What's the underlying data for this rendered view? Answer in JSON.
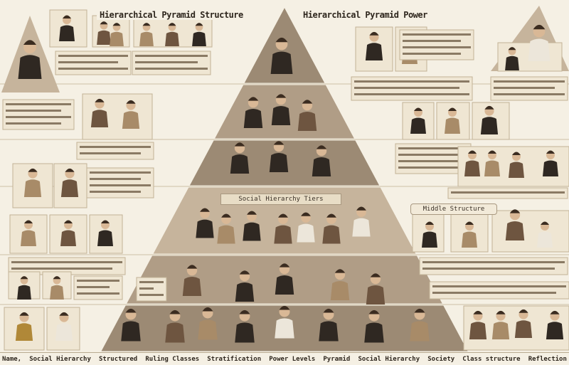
{
  "titles": {
    "left": "Hierarchical Pyramid Structure",
    "right": "Hierarchical Pyramid Power"
  },
  "labels": {
    "center": "Social Hierarchy Tiers",
    "right": "Middle Structure"
  },
  "footer": [
    "Name,",
    "Social Hierarchy",
    "Structured",
    "Ruling Classes",
    "Stratification",
    "Power Levels",
    "Pyramid",
    "Social Hierarchy",
    "Society",
    "Class structure",
    "Reflection"
  ],
  "colors": {
    "background": "#f5f0e4",
    "pyramid_dark": "#9c8a74",
    "pyramid_mid": "#b09d86",
    "pyramid_light": "#c6b49c",
    "tier_band": "#d6c6ae",
    "ink": "#2e261d",
    "panel": "#efe6d3"
  }
}
